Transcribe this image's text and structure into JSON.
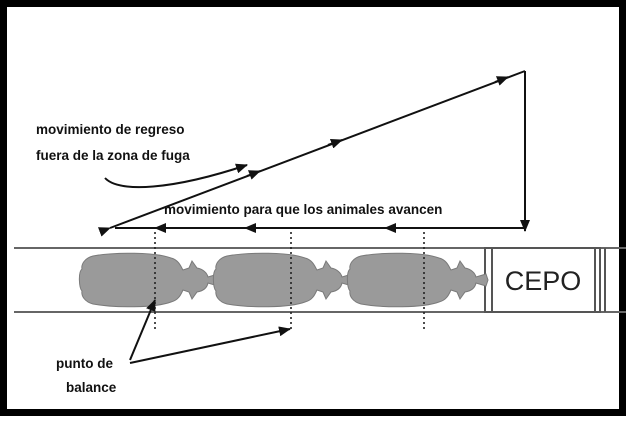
{
  "diagram": {
    "labels": {
      "return_movement_line1": "movimiento de regreso",
      "return_movement_line2": "fuera de la zona de fuga",
      "advance_movement": "movimiento para que los animales avancen",
      "chute_box": "CEPO",
      "balance_point_line1": "punto de",
      "balance_point_line2": "balance"
    },
    "animal_count": 3,
    "colors": {
      "line": "#111111",
      "chute": "#666666",
      "animal_fill": "#9a9a9a",
      "frame": "#000000",
      "background": "#ffffff"
    }
  }
}
